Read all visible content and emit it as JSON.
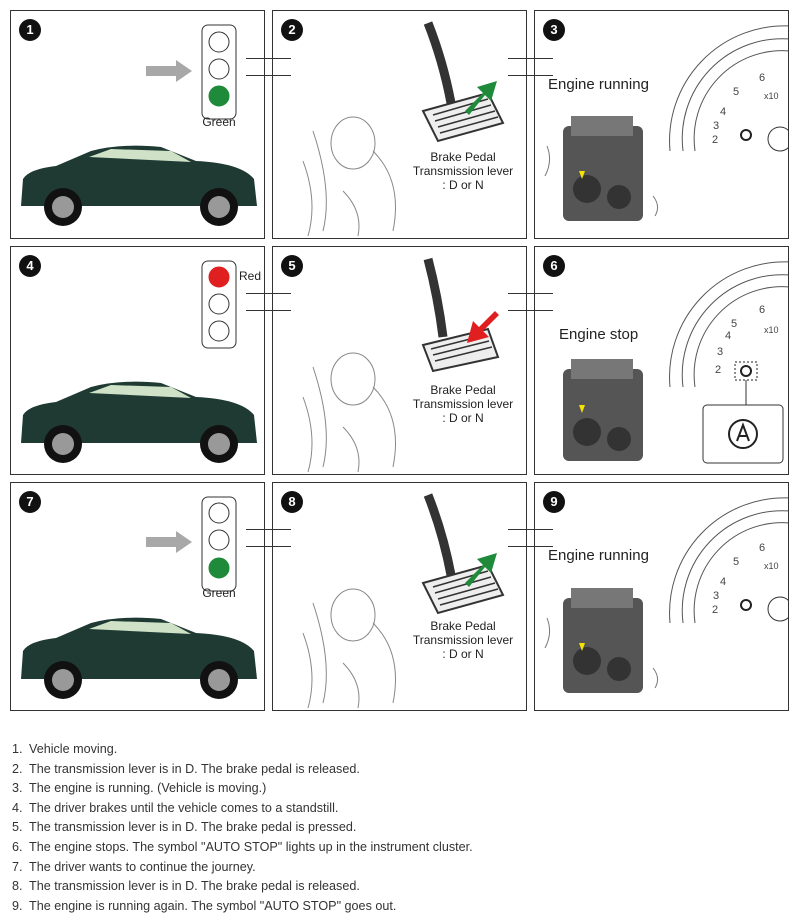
{
  "panels": [
    {
      "number": "1",
      "light_label": "Green"
    },
    {
      "number": "2",
      "pedal_label": "Brake Pedal",
      "lever_label": "Transmission lever",
      "lever_value": ": D or N"
    },
    {
      "number": "3",
      "engine_label": "Engine running"
    },
    {
      "number": "4",
      "light_label": "Red"
    },
    {
      "number": "5",
      "pedal_label": "Brake Pedal",
      "lever_label": "Transmission lever",
      "lever_value": ": D or N"
    },
    {
      "number": "6",
      "engine_label": "Engine stop"
    },
    {
      "number": "7",
      "light_label": "Green"
    },
    {
      "number": "8",
      "pedal_label": "Brake Pedal",
      "lever_label": "Transmission lever",
      "lever_value": ": D or N"
    },
    {
      "number": "9",
      "engine_label": "Engine running"
    }
  ],
  "gauge_text": {
    "ten_label": "x10"
  },
  "colors": {
    "green": "#1e8a3a",
    "red": "#e02020",
    "arrow_grey": "#a8a8a8",
    "car": "#1f3a33"
  },
  "steps": [
    {
      "n": "1.",
      "text": "Vehicle moving."
    },
    {
      "n": "2.",
      "text": "The transmission lever is in D. The brake pedal is released."
    },
    {
      "n": "3.",
      "text": "The engine is running. (Vehicle is moving.)"
    },
    {
      "n": "4.",
      "text": "The driver brakes until the vehicle comes to a standstill."
    },
    {
      "n": "5.",
      "text": "The transmission lever is in D. The brake pedal is pressed."
    },
    {
      "n": "6.",
      "text": "The engine stops. The symbol \"AUTO STOP\" lights up in the instrument cluster."
    },
    {
      "n": "7.",
      "text": "The driver wants to continue the journey."
    },
    {
      "n": "8.",
      "text": "The transmission lever is in D. The brake pedal is released."
    },
    {
      "n": "9.",
      "text": "The engine is running again. The symbol \"AUTO STOP\" goes out."
    }
  ]
}
